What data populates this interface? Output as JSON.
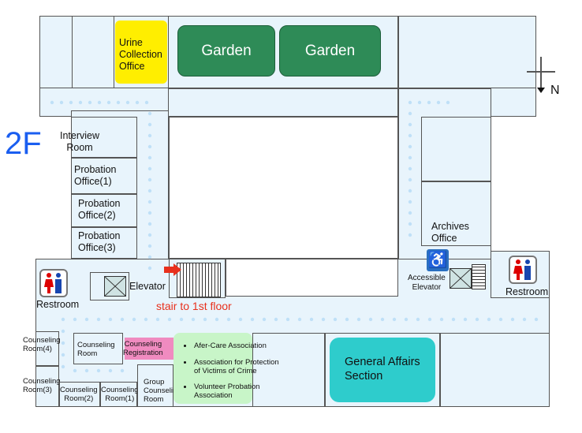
{
  "floor": "2F",
  "north": "N",
  "gardens": [
    "Garden",
    "Garden"
  ],
  "rooms": {
    "urine": "Urine\nCollection\nOffice",
    "interview": "Interview\nRoom",
    "prob1": "Probation\nOffice(1)",
    "prob2": "Probation\nOffice(2)",
    "prob3": "Probation\nOffice(3)",
    "elevator": "Elevator",
    "restroom_left": "Restroom",
    "restroom_right": "Restroom",
    "archives": "Archives\nOffice",
    "accessible_elevator": "Accessible\nElevator",
    "stair": "stair to 1st floor",
    "c4": "Counseling\nRoom(4)",
    "c3": "Counseling\nRoom(3)",
    "c2": "Counseling\nRoom(2)",
    "c1": "Counseling\nRoom(1)",
    "counseling_room": "Counseling\nRoom",
    "counseling_registration": "Counseling\nRegistration",
    "group": "Group\nCounseling\nRoom",
    "general_affairs": "General Affairs\nSection"
  },
  "associations": [
    "Afer-Care Association",
    "Association for Protection\nof Victims of Crime",
    "Volunteer Probation\nAssociation"
  ],
  "colors": {
    "accent_floor": "#1a5ef0",
    "garden": "#2e8b57",
    "urine_office": "#ffee00",
    "registration": "#f08bc0",
    "associations": "#c8f5c8",
    "general_affairs": "#2ecccc",
    "stair_label": "#e8301c"
  }
}
